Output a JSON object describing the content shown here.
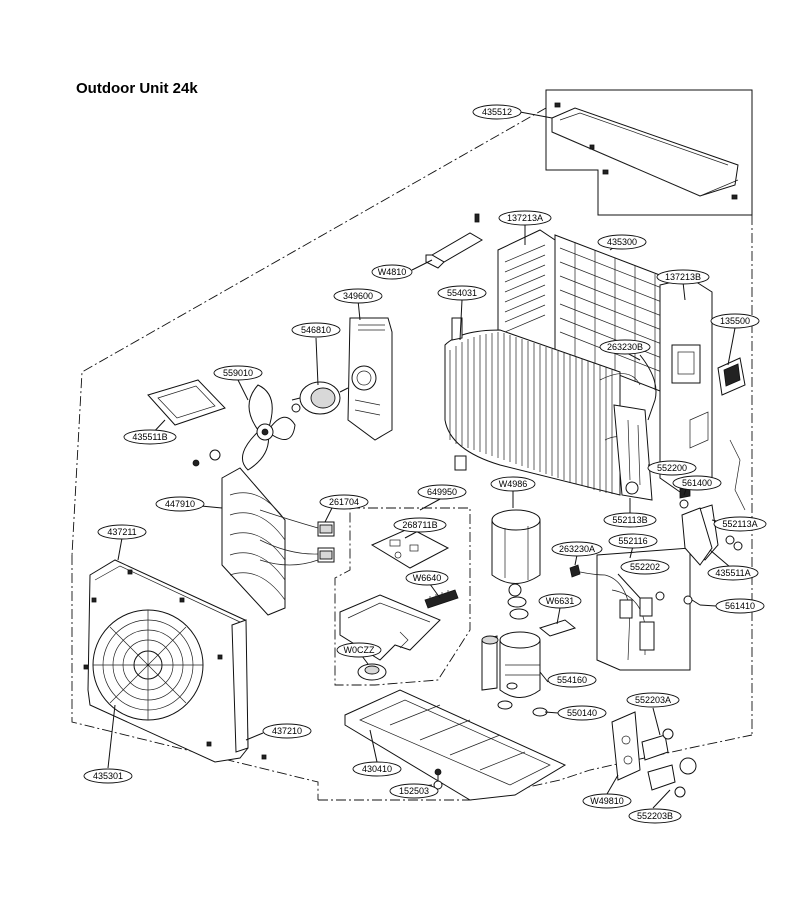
{
  "title": "Outdoor Unit 24k",
  "part_labels": [
    "435512",
    "137213A",
    "435300",
    "137213B",
    "W4810",
    "349600",
    "554031",
    "135500",
    "546810",
    "263230B",
    "559010",
    "435511B",
    "552200",
    "561400",
    "447910",
    "261704",
    "649950",
    "W4986",
    "552113B",
    "552113A",
    "437211",
    "268711B",
    "263230A",
    "552116",
    "435511A",
    "W6640",
    "552202",
    "W6631",
    "561410",
    "W0CZZ",
    "554160",
    "550140",
    "437210",
    "552203A",
    "430410",
    "435301",
    "152503",
    "W49810",
    "552203B"
  ]
}
